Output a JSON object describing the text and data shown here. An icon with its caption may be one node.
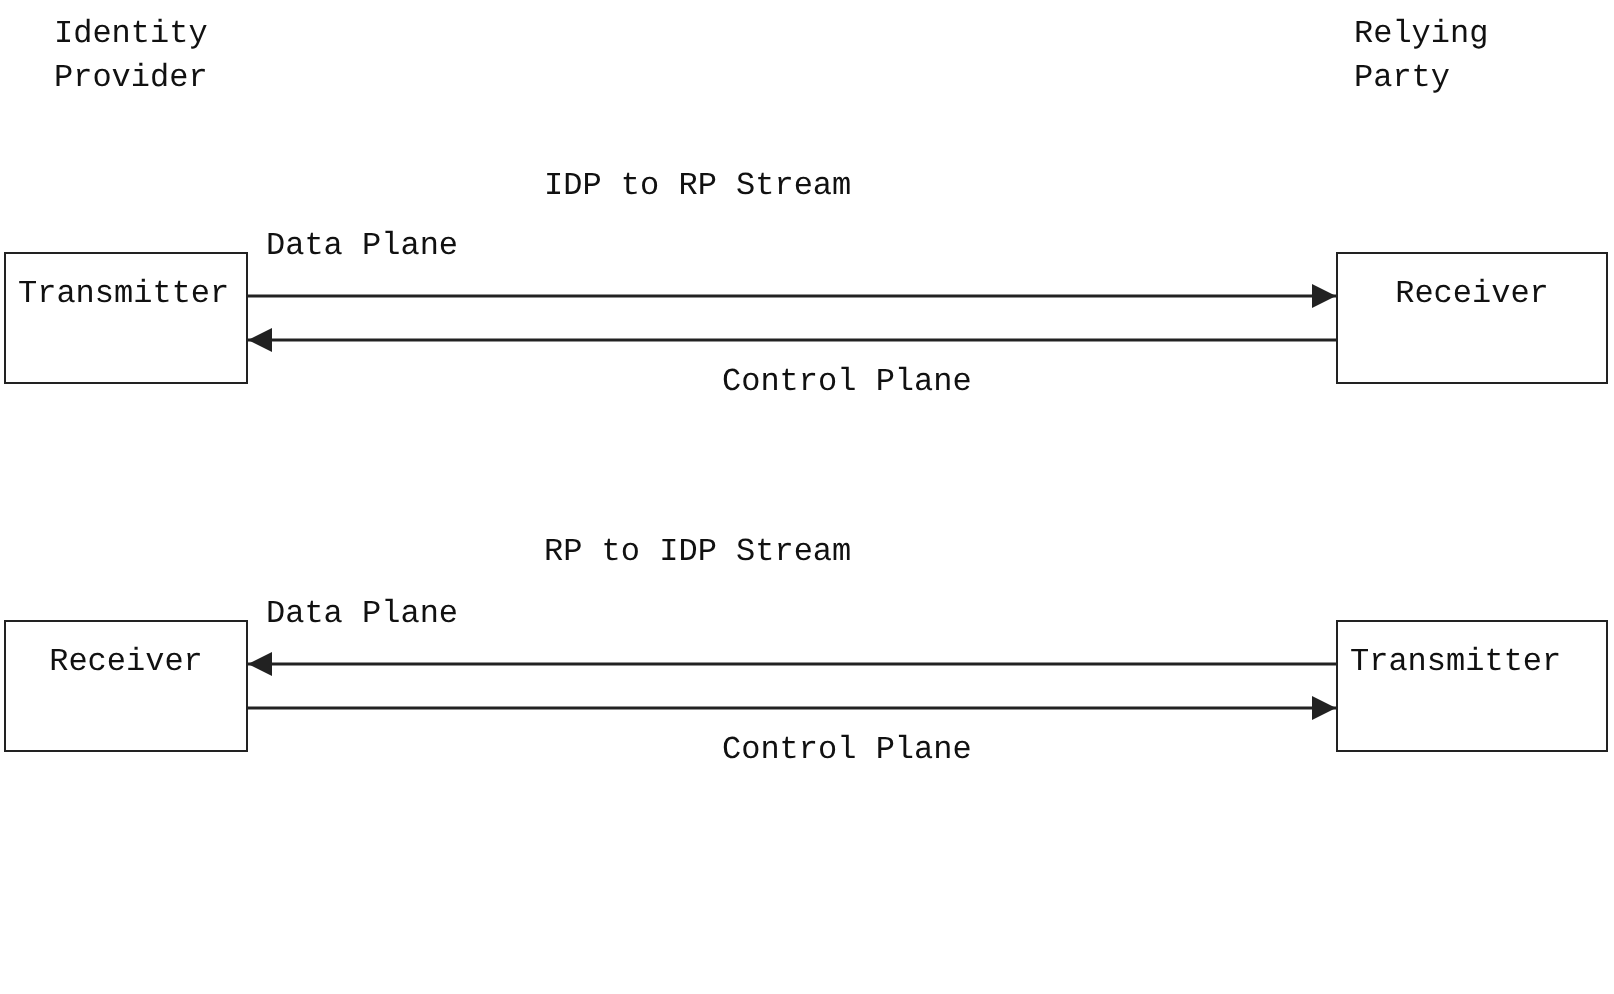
{
  "diagram": {
    "nodes": [
      {
        "text": [
          "Transmitter"
        ]
      },
      {
        "text": [
          "Receiver"
        ]
      },
      {
        "text": [
          "Receiver"
        ]
      },
      {
        "text": [
          "Transmitter"
        ]
      }
    ],
    "edges": [
      {
        "from": 0,
        "to": 1,
        "arrow": "to",
        "label": "Data Plane"
      },
      {
        "from": 1,
        "to": 0,
        "arrow": "to",
        "label": "Control Plane"
      },
      {
        "from": 3,
        "to": 2,
        "arrow": "to",
        "label": "Data Plane"
      },
      {
        "from": 2,
        "to": 3,
        "arrow": "to",
        "label": "Control Plane"
      }
    ],
    "labels": [
      "Identity Provider",
      "Relying Party",
      "IDP to RP Stream",
      "RP to IDP Stream"
    ]
  }
}
